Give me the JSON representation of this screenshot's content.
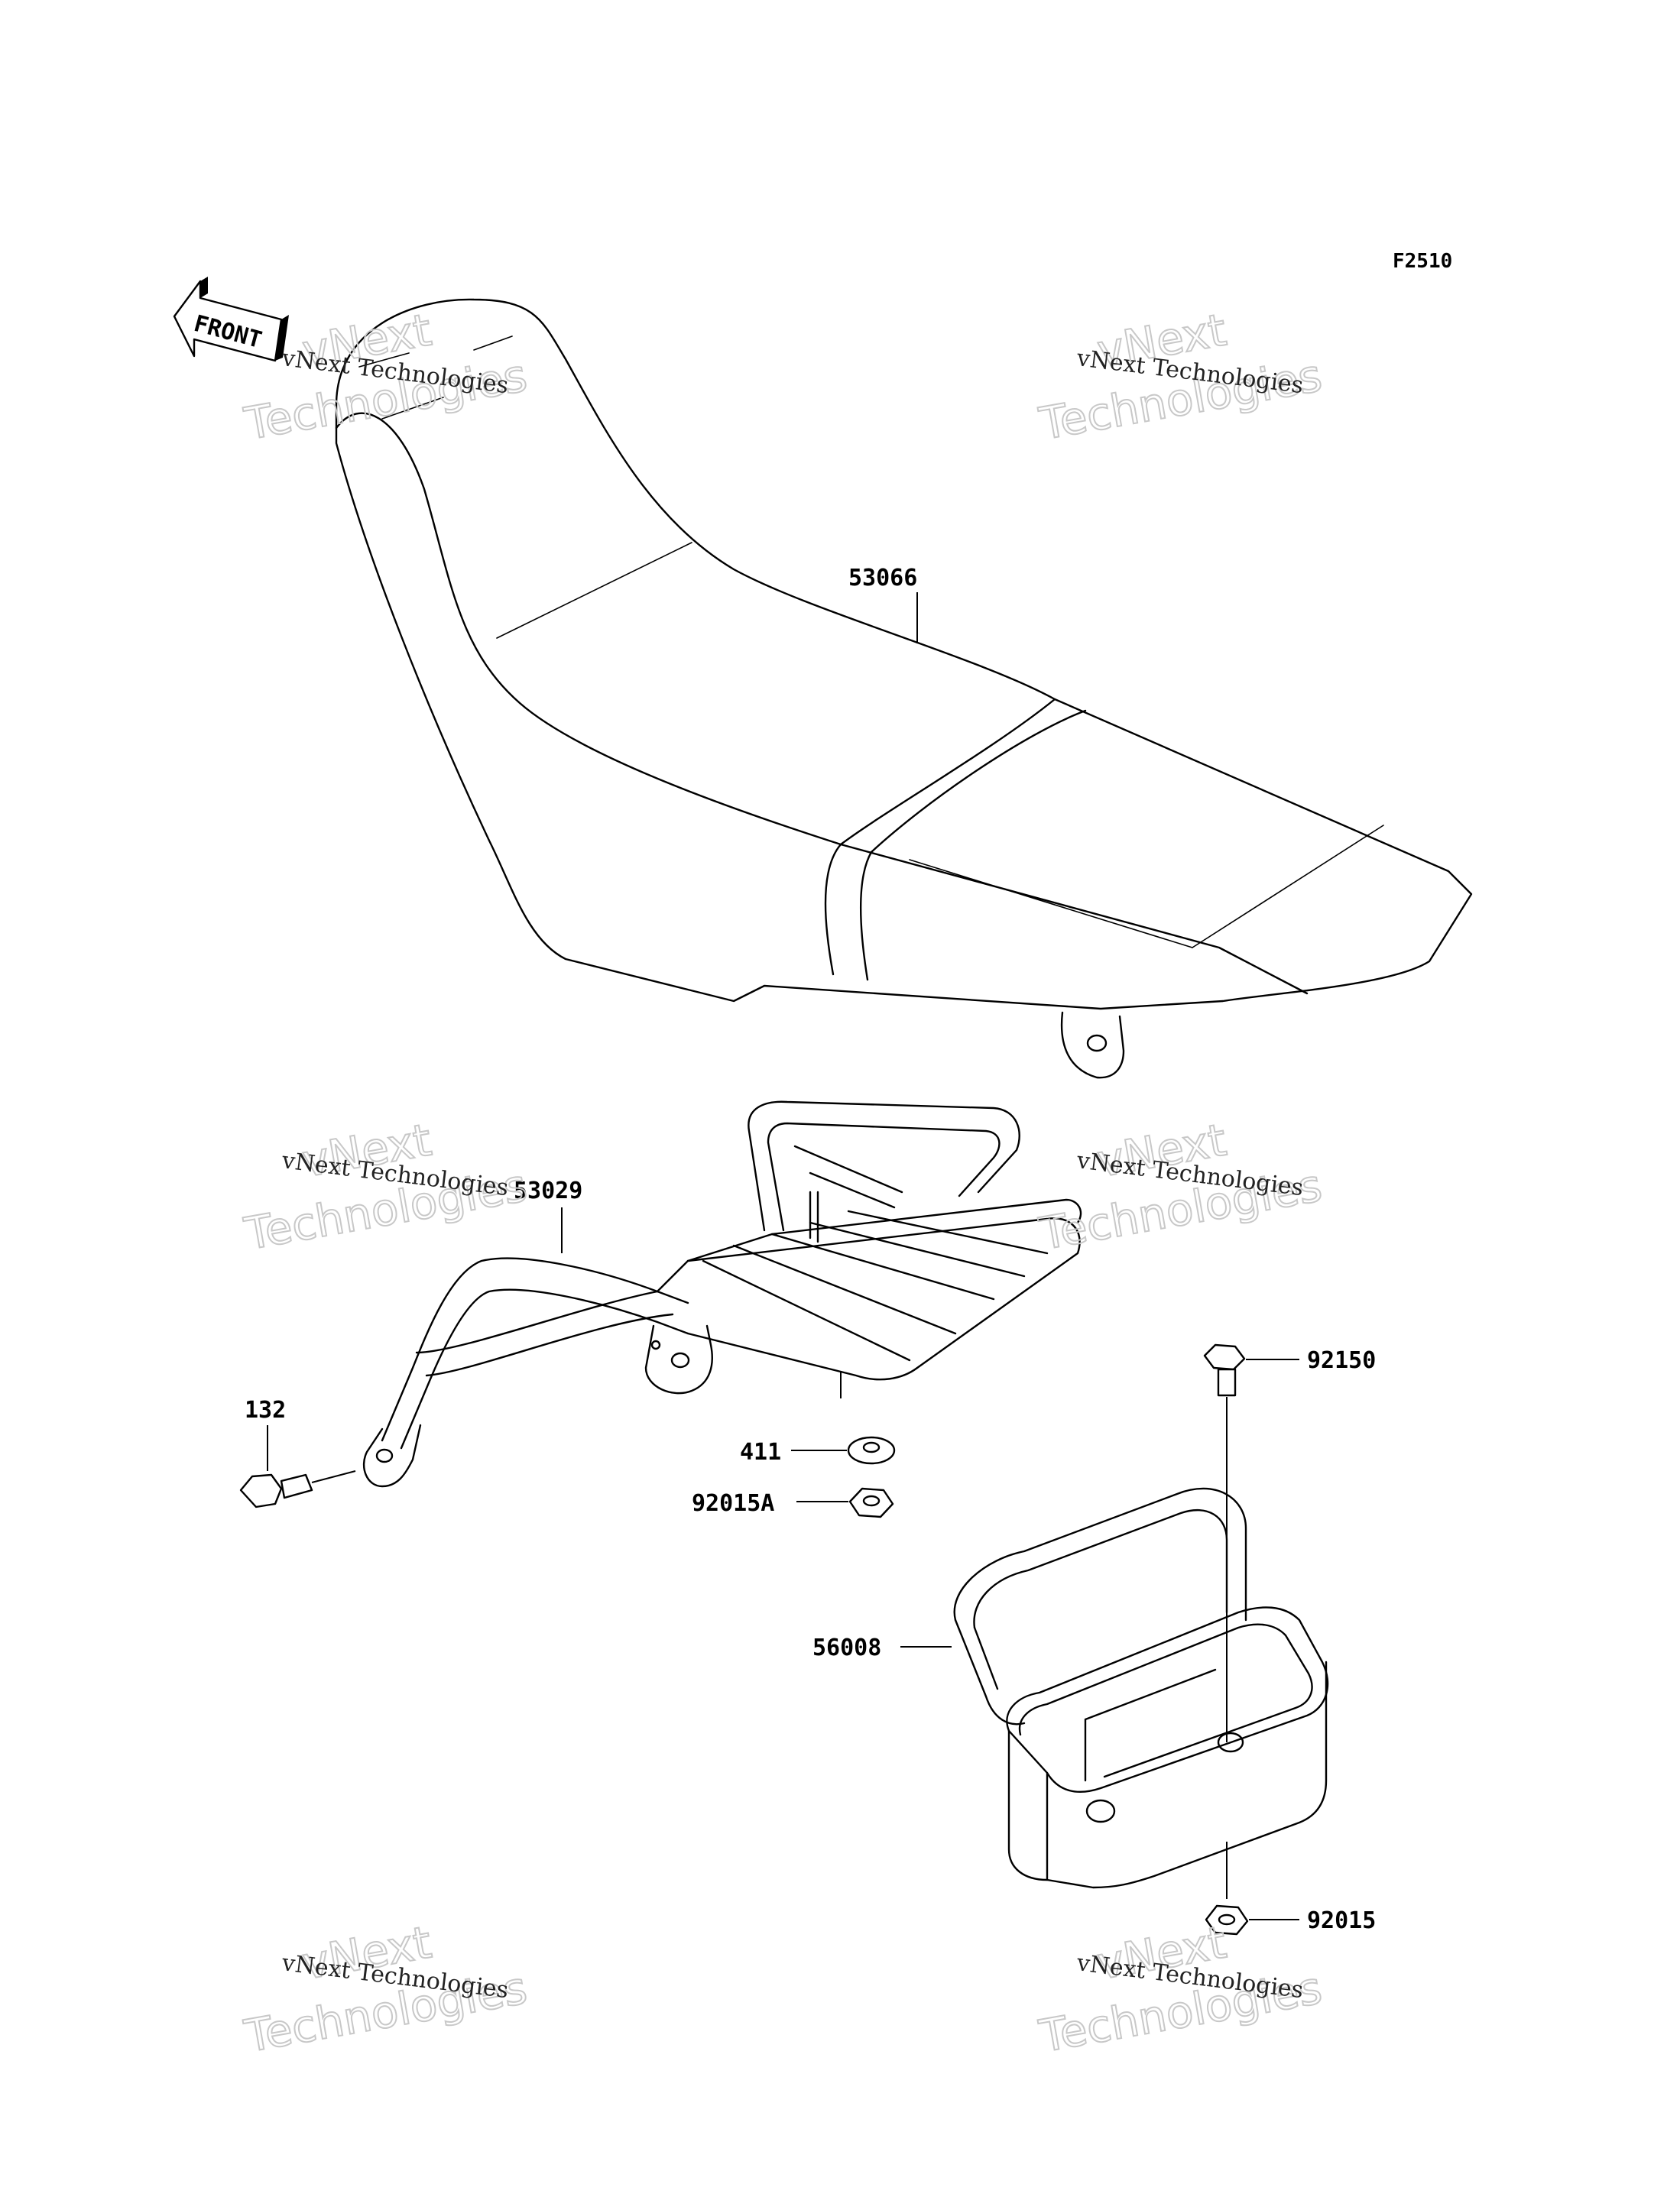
{
  "figure": {
    "id": "F2510"
  },
  "front_indicator": {
    "label": "FRONT"
  },
  "watermark": {
    "line1": "vNext Technologies",
    "line2a": "vNext",
    "line2b": "Technologies"
  },
  "parts": [
    {
      "ref": "53066"
    },
    {
      "ref": "53029"
    },
    {
      "ref": "132"
    },
    {
      "ref": "411"
    },
    {
      "ref": "92015A"
    },
    {
      "ref": "92150"
    },
    {
      "ref": "56008"
    },
    {
      "ref": "92015"
    }
  ]
}
